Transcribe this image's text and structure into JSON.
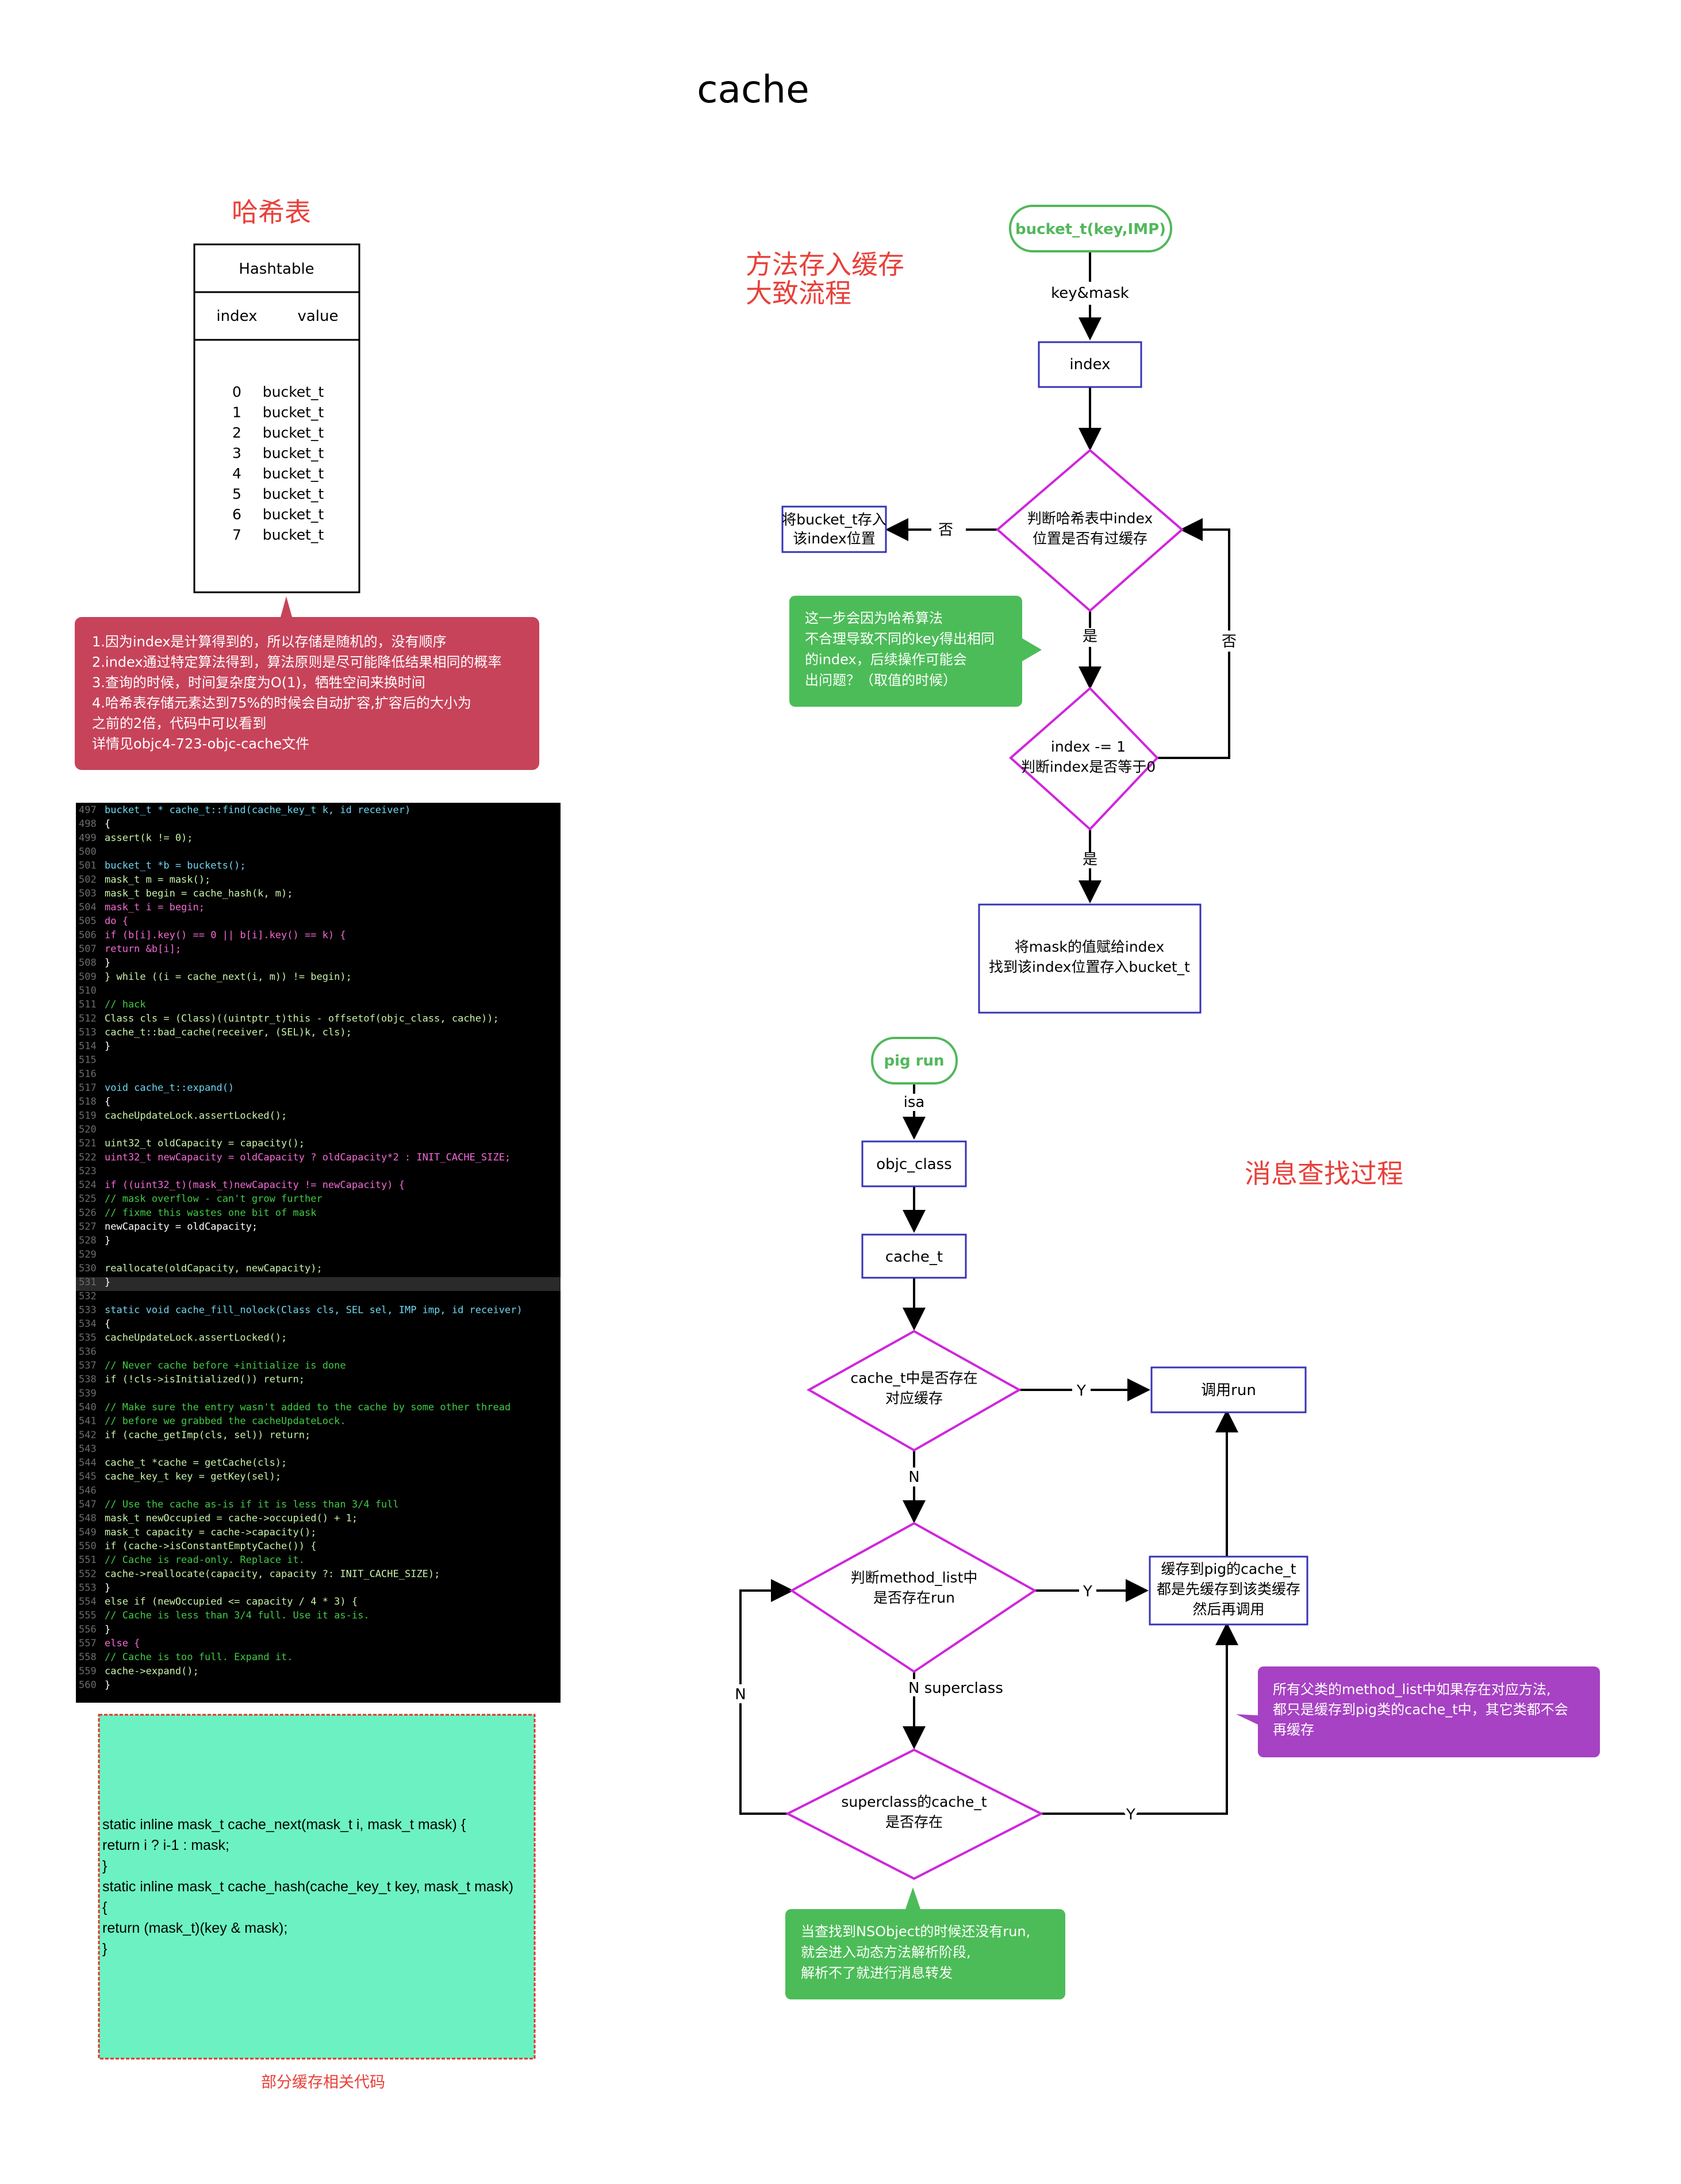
{
  "title": "cache",
  "hashtable": {
    "heading": "哈希表",
    "header": "Hashtable",
    "col_index": "index",
    "col_value": "value",
    "rows": [
      {
        "index": "0",
        "value": "bucket_t"
      },
      {
        "index": "1",
        "value": "bucket_t"
      },
      {
        "index": "2",
        "value": "bucket_t"
      },
      {
        "index": "3",
        "value": "bucket_t"
      },
      {
        "index": "4",
        "value": "bucket_t"
      },
      {
        "index": "5",
        "value": "bucket_t"
      },
      {
        "index": "6",
        "value": "bucket_t"
      },
      {
        "index": "7",
        "value": "bucket_t"
      }
    ],
    "note_lines": [
      "1.因为index是计算得到的，所以存储是随机的，没有顺序",
      "2.index通过特定算法得到，算法原则是尽可能降低结果相同的概率",
      "3.查询的时候，时间复杂度为O(1)，牺牲空间来换时间",
      "4.哈希表存储元素达到75%的时候会自动扩容,扩容后的大小为",
      "之前的2倍，代码中可以看到",
      "详情见objc4-723-objc-cache文件"
    ]
  },
  "code_block": {
    "lines": [
      {
        "n": "497",
        "t": "bucket_t * cache_t::find(cache_key_t k, id receiver)"
      },
      {
        "n": "498",
        "t": "{"
      },
      {
        "n": "499",
        "t": "    assert(k != 0);"
      },
      {
        "n": "500",
        "t": ""
      },
      {
        "n": "501",
        "t": "    bucket_t *b = buckets();"
      },
      {
        "n": "502",
        "t": "    mask_t m = mask();"
      },
      {
        "n": "503",
        "t": "    mask_t begin = cache_hash(k, m);"
      },
      {
        "n": "504",
        "t": "    mask_t i = begin;"
      },
      {
        "n": "505",
        "t": "    do {"
      },
      {
        "n": "506",
        "t": "        if (b[i].key() == 0  ||  b[i].key() == k) {"
      },
      {
        "n": "507",
        "t": "            return &b[i];"
      },
      {
        "n": "508",
        "t": "        }"
      },
      {
        "n": "509",
        "t": "    } while ((i = cache_next(i, m)) != begin);"
      },
      {
        "n": "510",
        "t": ""
      },
      {
        "n": "511",
        "t": "    // hack"
      },
      {
        "n": "512",
        "t": "    Class cls = (Class)((uintptr_t)this - offsetof(objc_class, cache));"
      },
      {
        "n": "513",
        "t": "    cache_t::bad_cache(receiver, (SEL)k, cls);"
      },
      {
        "n": "514",
        "t": "}"
      },
      {
        "n": "515",
        "t": ""
      },
      {
        "n": "516",
        "t": ""
      },
      {
        "n": "517",
        "t": "void cache_t::expand()"
      },
      {
        "n": "518",
        "t": "{"
      },
      {
        "n": "519",
        "t": "    cacheUpdateLock.assertLocked();"
      },
      {
        "n": "520",
        "t": ""
      },
      {
        "n": "521",
        "t": "    uint32_t oldCapacity = capacity();"
      },
      {
        "n": "522",
        "t": "    uint32_t newCapacity = oldCapacity ? oldCapacity*2 : INIT_CACHE_SIZE;"
      },
      {
        "n": "523",
        "t": ""
      },
      {
        "n": "524",
        "t": "    if ((uint32_t)(mask_t)newCapacity != newCapacity) {"
      },
      {
        "n": "525",
        "t": "        // mask overflow - can't grow further"
      },
      {
        "n": "526",
        "t": "        // fixme this wastes one bit of mask"
      },
      {
        "n": "527",
        "t": "        newCapacity = oldCapacity;"
      },
      {
        "n": "528",
        "t": "    }"
      },
      {
        "n": "529",
        "t": ""
      },
      {
        "n": "530",
        "t": "    reallocate(oldCapacity, newCapacity);"
      },
      {
        "n": "531",
        "t": "}"
      },
      {
        "n": "532",
        "t": ""
      },
      {
        "n": "533",
        "t": "static void cache_fill_nolock(Class cls, SEL sel, IMP imp, id receiver)"
      },
      {
        "n": "534",
        "t": "{"
      },
      {
        "n": "535",
        "t": "    cacheUpdateLock.assertLocked();"
      },
      {
        "n": "536",
        "t": ""
      },
      {
        "n": "537",
        "t": "    // Never cache before +initialize is done"
      },
      {
        "n": "538",
        "t": "    if (!cls->isInitialized()) return;"
      },
      {
        "n": "539",
        "t": ""
      },
      {
        "n": "540",
        "t": "    // Make sure the entry wasn't added to the cache by some other thread"
      },
      {
        "n": "541",
        "t": "    // before we grabbed the cacheUpdateLock."
      },
      {
        "n": "542",
        "t": "    if (cache_getImp(cls, sel)) return;"
      },
      {
        "n": "543",
        "t": ""
      },
      {
        "n": "544",
        "t": "    cache_t *cache = getCache(cls);"
      },
      {
        "n": "545",
        "t": "    cache_key_t key = getKey(sel);"
      },
      {
        "n": "546",
        "t": ""
      },
      {
        "n": "547",
        "t": "    // Use the cache as-is if it is less than 3/4 full"
      },
      {
        "n": "548",
        "t": "    mask_t newOccupied = cache->occupied() + 1;"
      },
      {
        "n": "549",
        "t": "    mask_t capacity = cache->capacity();"
      },
      {
        "n": "550",
        "t": "    if (cache->isConstantEmptyCache()) {"
      },
      {
        "n": "551",
        "t": "        // Cache is read-only. Replace it."
      },
      {
        "n": "552",
        "t": "        cache->reallocate(capacity, capacity ?: INIT_CACHE_SIZE);"
      },
      {
        "n": "553",
        "t": "    }"
      },
      {
        "n": "554",
        "t": "    else if (newOccupied <= capacity / 4 * 3) {"
      },
      {
        "n": "555",
        "t": "        // Cache is less than 3/4 full. Use it as-is."
      },
      {
        "n": "556",
        "t": "    }"
      },
      {
        "n": "557",
        "t": "    else {"
      },
      {
        "n": "558",
        "t": "        // Cache is too full. Expand it."
      },
      {
        "n": "559",
        "t": "        cache->expand();"
      },
      {
        "n": "560",
        "t": "    }"
      }
    ]
  },
  "snippet": {
    "lines": [
      "static inline mask_t cache_next(mask_t i, mask_t mask) {",
      "  return i ? i-1 : mask;",
      "}",
      "static inline mask_t cache_hash(cache_key_t key, mask_t mask)",
      "{",
      "  return (mask_t)(key & mask);",
      "}"
    ],
    "caption": "部分缓存相关代码"
  },
  "flow1": {
    "heading_lines": [
      "方法存入缓存",
      "大致流程"
    ],
    "start": "bucket_t(key,IMP)",
    "edge_keymask": "key&mask",
    "index_box": "index",
    "diamond1_lines": [
      "判断哈希表中index",
      "位置是否有过缓存"
    ],
    "no_label": "否",
    "store_lines": [
      "将bucket_t存入",
      "该index位置"
    ],
    "yes_label": "是",
    "note_lines": [
      "这一步会因为哈希算法",
      "不合理导致不同的key得出相同",
      "的index，后续操作可能会",
      "出问题？（取值的时候）"
    ],
    "diamond2_lines": [
      "index -= 1",
      "判断index是否等于0"
    ],
    "no_label2": "否",
    "yes_label2": "是",
    "end_lines": [
      "将mask的值赋给index",
      "找到该index位置存入bucket_t"
    ]
  },
  "flow2": {
    "heading": "消息查找过程",
    "start": "pig run",
    "edge_isa": "isa",
    "objc_class": "objc_class",
    "cache_t": "cache_t",
    "diamond1_lines": [
      "cache_t中是否存在",
      "对应缓存"
    ],
    "y1": "Y",
    "call_run": "调用run",
    "n1": "N",
    "diamond2_lines": [
      "判断method_list中",
      "是否存在run"
    ],
    "y2": "Y",
    "cache_box_lines": [
      "缓存到pig的cache_t",
      "都是先缓存到该类缓存",
      "然后再调用"
    ],
    "n_superclass": "N superclass",
    "n_loop": "N",
    "purple_note_lines": [
      "所有父类的method_list中如果存在对应方法,",
      "都只是缓存到pig类的cache_t中，其它类都不会",
      "再缓存"
    ],
    "diamond3_lines": [
      "superclass的cache_t",
      "是否存在"
    ],
    "y3": "Y",
    "green_note_lines": [
      "当查找到NSObject的时候还没有run,",
      "就会进入动态方法解析阶段,",
      "解析不了就进行消息转发"
    ]
  },
  "colors": {
    "red_heading": "#e8403a",
    "note_red": "#c7435a",
    "note_green": "#4cbc58",
    "note_purple": "#a642c3",
    "snippet_bg": "#6cf2c2",
    "snippet_border": "#e0352b",
    "pill_green": "#51b85a",
    "blue_box": "#3634b6",
    "diamond_magenta": "#cf26dc",
    "code_bg": "#000000"
  }
}
